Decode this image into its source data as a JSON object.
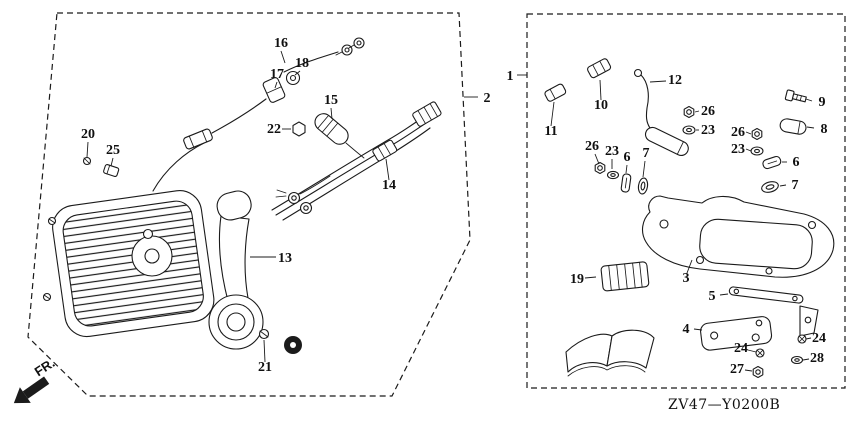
{
  "diagram": {
    "code": "ZV47—Y0200B",
    "fr_label": "FR."
  },
  "callouts": [
    {
      "ref": "16"
    },
    {
      "ref": "17"
    },
    {
      "ref": "18"
    },
    {
      "ref": "15"
    },
    {
      "ref": "22"
    },
    {
      "ref": "20"
    },
    {
      "ref": "25"
    },
    {
      "ref": "14"
    },
    {
      "ref": "13"
    },
    {
      "ref": "21"
    },
    {
      "ref": "2"
    },
    {
      "ref": "1"
    },
    {
      "ref": "12"
    },
    {
      "ref": "10"
    },
    {
      "ref": "11"
    },
    {
      "ref": "26"
    },
    {
      "ref": "23"
    },
    {
      "ref": "9"
    },
    {
      "ref": "8"
    },
    {
      "ref": "26"
    },
    {
      "ref": "23"
    },
    {
      "ref": "26"
    },
    {
      "ref": "23"
    },
    {
      "ref": "6"
    },
    {
      "ref": "7"
    },
    {
      "ref": "6"
    },
    {
      "ref": "7"
    },
    {
      "ref": "3"
    },
    {
      "ref": "19"
    },
    {
      "ref": "5"
    },
    {
      "ref": "4"
    },
    {
      "ref": "24"
    },
    {
      "ref": "24"
    },
    {
      "ref": "28"
    },
    {
      "ref": "27"
    }
  ]
}
